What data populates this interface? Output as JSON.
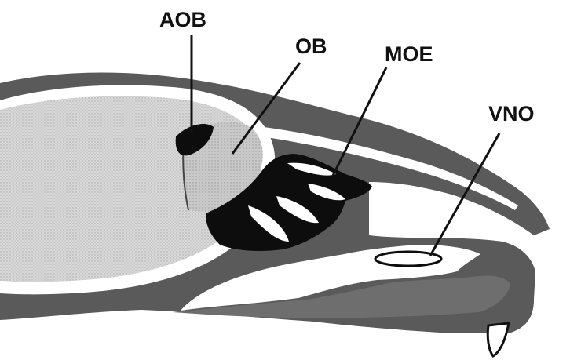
{
  "labels": {
    "aob": "AOB",
    "ob": "OB",
    "moe": "MOE",
    "vno": "VNO"
  },
  "colors": {
    "background": "#ffffff",
    "ink": "#111111",
    "tissue_dark": "#5a5a5a",
    "tissue_mid": "#6e6e6e",
    "brain_light": "#d2d2d2",
    "bulb": "#c6c6c6",
    "epithelium": "#0d0d0d"
  }
}
